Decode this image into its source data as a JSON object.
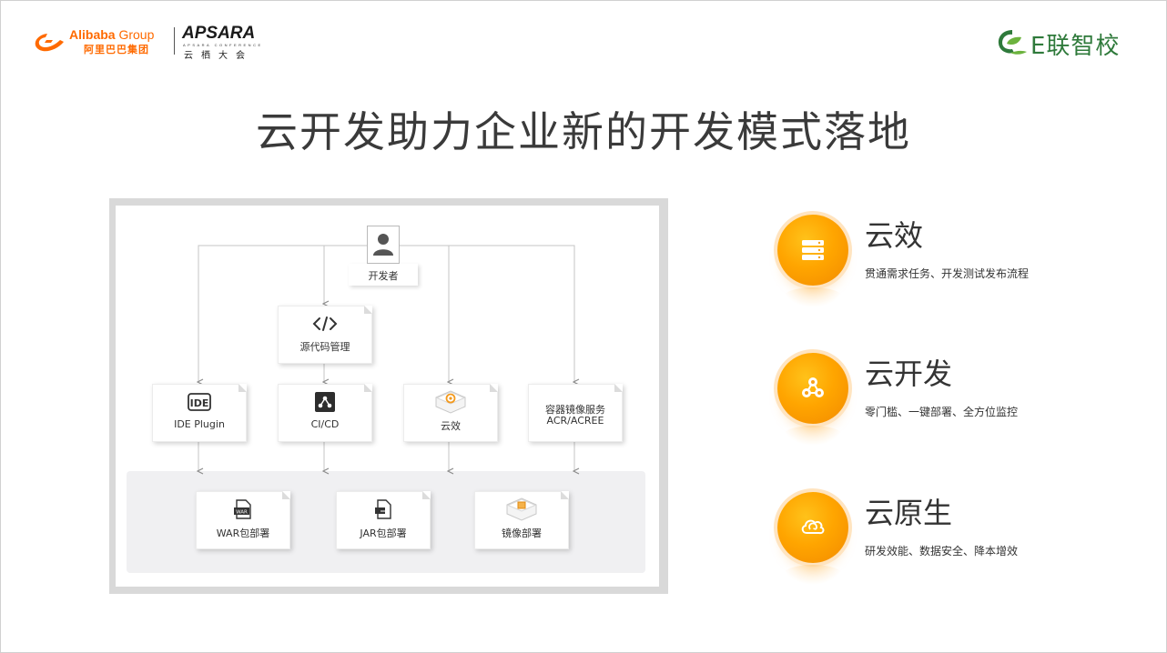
{
  "header": {
    "alibaba_en": "Alibaba",
    "alibaba_group": "Group",
    "alibaba_cn": "阿里巴巴集团",
    "apsara_title": "APSARA",
    "apsara_sub": "APSARA CONFERENCE",
    "apsara_cn": "云栖大会",
    "partner_brand": "E联智校"
  },
  "title": "云开发助力企业新的开发模式落地",
  "diagram": {
    "developer": "开发者",
    "source_code": "源代码管理",
    "ide_plugin": "IDE Plugin",
    "cicd": "CI/CD",
    "yunxiao": "云效",
    "acr_line1": "容器镜像服务",
    "acr_line2": "ACR/ACREE",
    "war_deploy": "WAR包部署",
    "jar_deploy": "JAR包部署",
    "image_deploy": "镜像部署",
    "war_tag": "WAR"
  },
  "features": [
    {
      "title": "云效",
      "desc": "贯通需求任务、开发测试发布流程",
      "icon": "server-stack-icon"
    },
    {
      "title": "云开发",
      "desc": "零门槛、一键部署、全方位监控",
      "icon": "nodes-icon"
    },
    {
      "title": "云原生",
      "desc": "研发效能、数据安全、降本增效",
      "icon": "cloud-cycle-icon"
    }
  ],
  "colors": {
    "accent_orange": "#ffa500",
    "brand_green": "#2f7a3b",
    "alibaba_orange": "#ff6a00"
  }
}
